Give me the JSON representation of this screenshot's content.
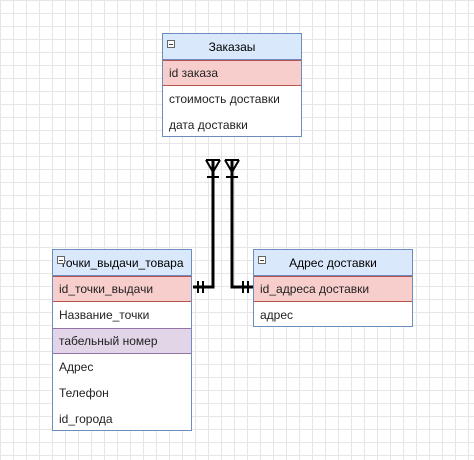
{
  "entities": {
    "orders": {
      "title": "Заказаы",
      "fields": [
        "id заказа",
        "стоимость доставки",
        "дата доставки"
      ]
    },
    "pickup_points": {
      "title": "точки_выдачи_товара",
      "fields": [
        "id_точки_выдачи",
        "Название_точки",
        "табельный номер",
        "Адрес",
        "Телефон",
        "id_города"
      ]
    },
    "delivery_address": {
      "title": "Адрес доставки",
      "fields": [
        "id_адреса доставки",
        "адрес"
      ]
    }
  },
  "colors": {
    "header_fill": "#dae8fc",
    "header_stroke": "#6c8ebf",
    "pk_fill": "#f8cecc",
    "pk_stroke": "#b85450",
    "highlight_fill": "#e1d5e7",
    "highlight_stroke": "#9673a6",
    "connector": "#000000"
  }
}
